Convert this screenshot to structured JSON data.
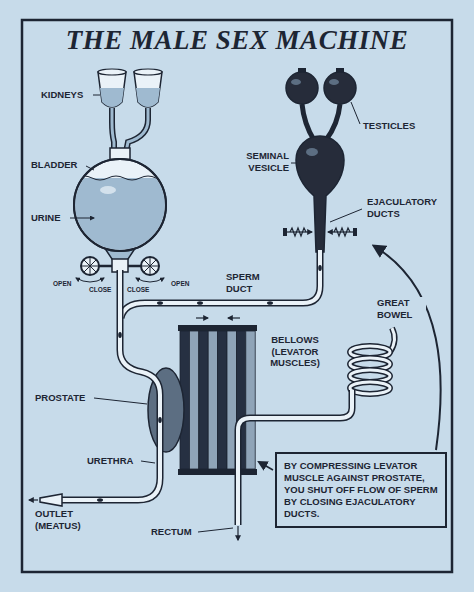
{
  "diagram": {
    "title": "THE MALE SEX MACHINE",
    "nodes": [
      {
        "text": [
          "BY COMPRESSING LEVATOR MUSCLE AGAINST PROSTATE, YOU SHUT OFF FLOW OF SPERM BY CLOSING EJACULATORY DUCTS."
        ]
      }
    ],
    "labels": [
      "KIDNEYS",
      "TESTICLES",
      "BLADDER",
      "SEMINAL VESICLE",
      "EJACULATORY DUCTS",
      "URINE",
      "OPEN",
      "CLOSE",
      "CLOSE",
      "OPEN",
      "SPERM DUCT",
      "GREAT BOWEL",
      "BELLOWS (LEVATOR MUSCLES)",
      "PROSTATE",
      "URETHRA",
      "OUTLET (MEATUS)",
      "RECTUM"
    ]
  }
}
